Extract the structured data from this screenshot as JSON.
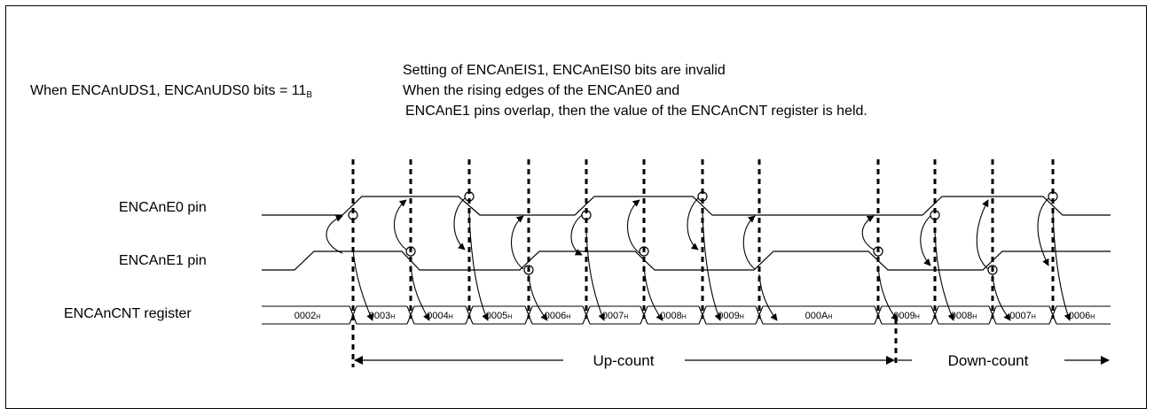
{
  "header": {
    "condition_text": "When ENCAnUDS1, ENCAnUDS0 bits = 11",
    "condition_subscript": "B",
    "note_line1": "Setting of ENCAnEIS1, ENCAnEIS0 bits are invalid",
    "note_line2": "When the rising edges of the ENCAnE0 and",
    "note_line3": "ENCAnE1 pins overlap, then the value of the ENCAnCNT register is held."
  },
  "signals": {
    "e0_label": "ENCAnE0 pin",
    "e1_label": "ENCAnE1 pin",
    "cnt_label": "ENCAnCNT register"
  },
  "register_values": [
    {
      "v": "0002",
      "s": "H"
    },
    {
      "v": "0003",
      "s": "H"
    },
    {
      "v": "0004",
      "s": "H"
    },
    {
      "v": "0005",
      "s": "H"
    },
    {
      "v": "0006",
      "s": "H"
    },
    {
      "v": "0007",
      "s": "H"
    },
    {
      "v": "0008",
      "s": "H"
    },
    {
      "v": "0009",
      "s": "H"
    },
    {
      "v": "000A",
      "s": "H"
    },
    {
      "v": "0009",
      "s": "H"
    },
    {
      "v": "0008",
      "s": "H"
    },
    {
      "v": "0007",
      "s": "H"
    },
    {
      "v": "0006",
      "s": "H"
    }
  ],
  "ranges": {
    "up_label": "Up-count",
    "down_label": "Down-count"
  }
}
